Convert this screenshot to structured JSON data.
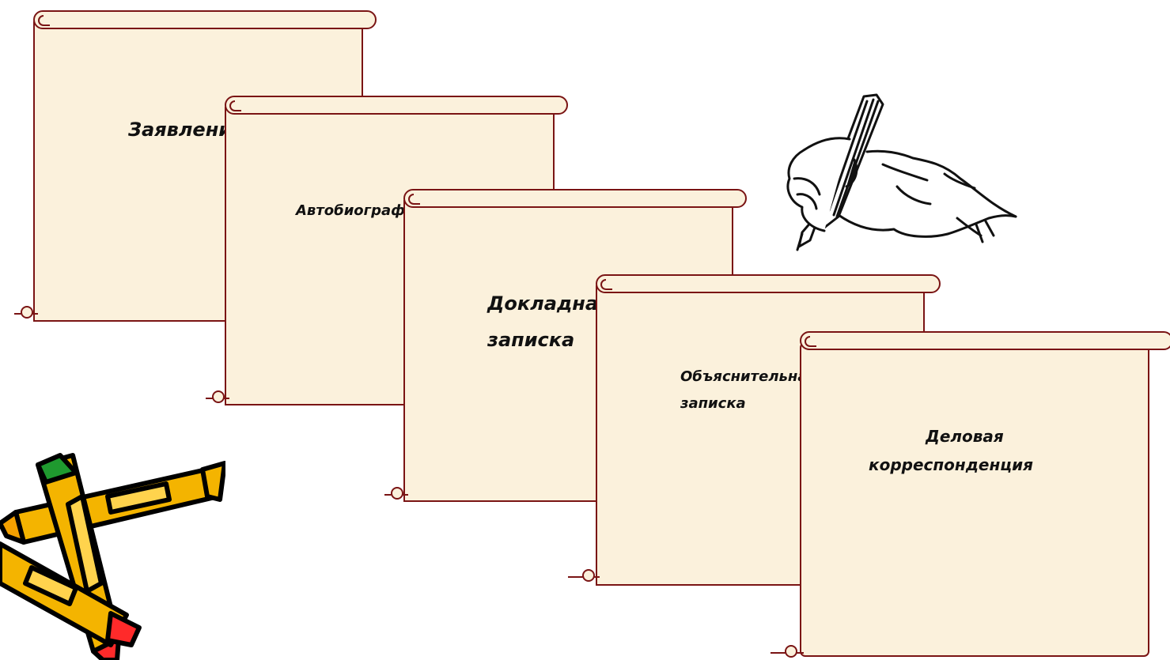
{
  "slide": {
    "background": "#ffffff",
    "scroll_fill": "#fbf1dc",
    "scroll_stroke": "#7a1414"
  },
  "scrolls": [
    {
      "id": "zayavlenie",
      "label": "Заявление"
    },
    {
      "id": "avtobiografiya",
      "label": "Автобиография"
    },
    {
      "id": "dokladnaya",
      "line1": "Докладная",
      "line2": "записка"
    },
    {
      "id": "obyasnitelnaya",
      "line1": "Объяснительная",
      "line2": "записка"
    },
    {
      "id": "delovaya",
      "line1": "Деловая",
      "line2": "корреспонденция"
    }
  ],
  "clipart": {
    "hand": "hand-writing-with-pen-icon",
    "pencils": "crossed-pencils-icon"
  }
}
